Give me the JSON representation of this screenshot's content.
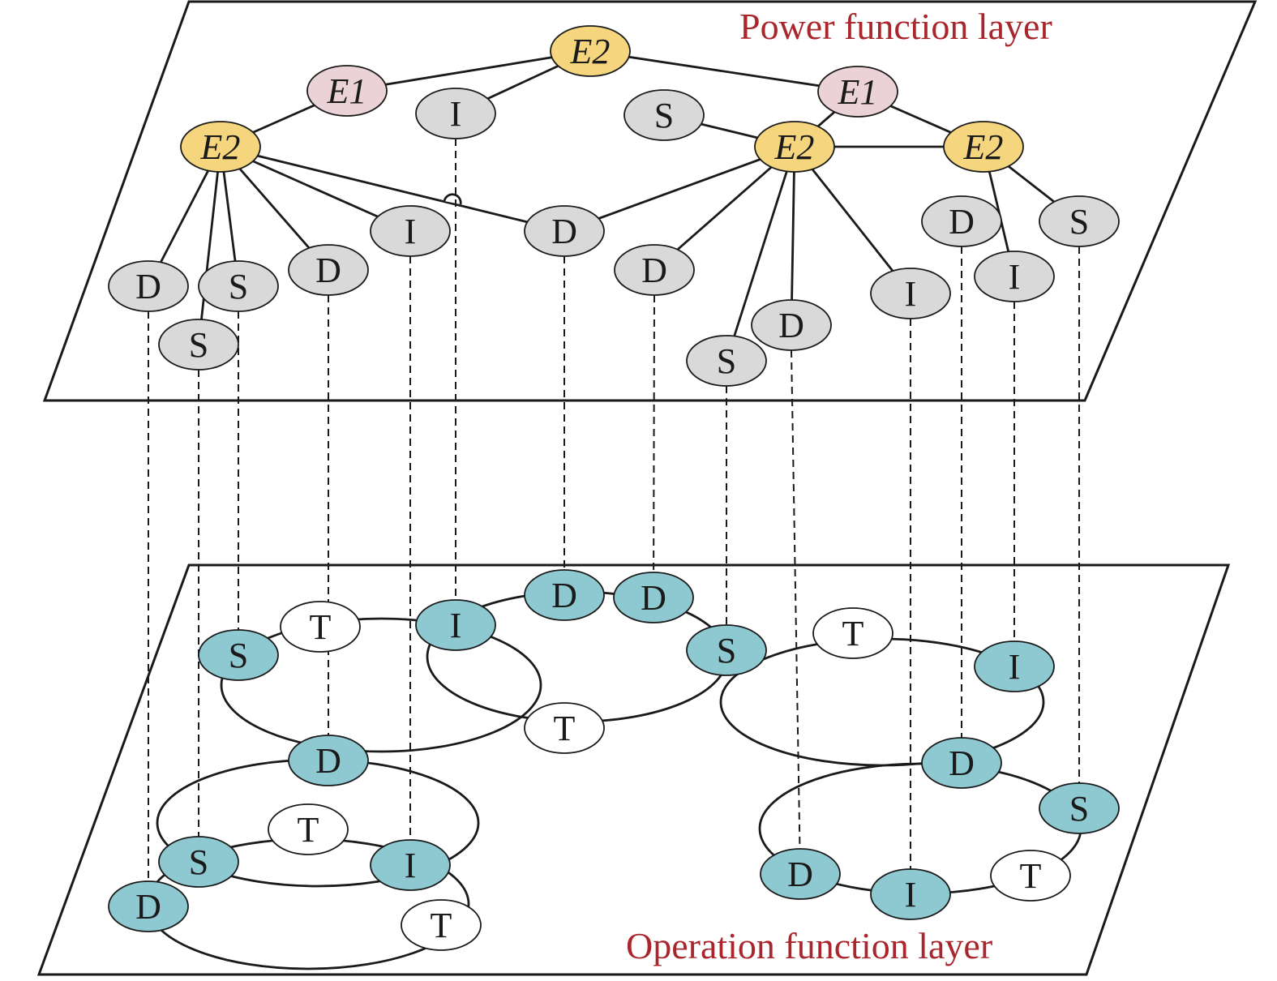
{
  "colors": {
    "E1": "#ead2d6",
    "E2": "#f5d67e",
    "power_node": "#d9d9d9",
    "op_node": "#8ec8d0",
    "op_T": "#ffffff",
    "title": "#a8262c",
    "line": "#1a1a1a"
  },
  "layers": {
    "power": {
      "title": "Power function layer"
    },
    "operation": {
      "title": "Operation function layer"
    }
  },
  "power_nodes": [
    {
      "id": "e2_top",
      "label": "E2",
      "type": "E2"
    },
    {
      "id": "e1_left",
      "label": "E1",
      "type": "E1"
    },
    {
      "id": "e1_right",
      "label": "E1",
      "type": "E1"
    },
    {
      "id": "e2_left",
      "label": "E2",
      "type": "E2"
    },
    {
      "id": "e2_right",
      "label": "E2",
      "type": "E2"
    },
    {
      "id": "e2_far",
      "label": "E2",
      "type": "E2"
    },
    {
      "id": "p_i_top",
      "label": "I",
      "type": "power"
    },
    {
      "id": "p_s_mid",
      "label": "S",
      "type": "power"
    },
    {
      "id": "p_i_left",
      "label": "I",
      "type": "power"
    },
    {
      "id": "p_d_center",
      "label": "D",
      "type": "power"
    },
    {
      "id": "p_d_r1",
      "label": "D",
      "type": "power"
    },
    {
      "id": "p_s_r1",
      "label": "S",
      "type": "power"
    },
    {
      "id": "p_d_l1",
      "label": "D",
      "type": "power"
    },
    {
      "id": "p_s_l1",
      "label": "S",
      "type": "power"
    },
    {
      "id": "p_d_l2",
      "label": "D",
      "type": "power"
    },
    {
      "id": "p_s_l2",
      "label": "S",
      "type": "power"
    },
    {
      "id": "p_d_r2",
      "label": "D",
      "type": "power"
    },
    {
      "id": "p_i_r2",
      "label": "I",
      "type": "power"
    },
    {
      "id": "p_i_r3",
      "label": "I",
      "type": "power"
    },
    {
      "id": "p_d_r3",
      "label": "D",
      "type": "power"
    },
    {
      "id": "p_s_r3",
      "label": "S",
      "type": "power"
    }
  ],
  "op_nodes": [
    {
      "id": "o_s1",
      "label": "S",
      "type": "op"
    },
    {
      "id": "o_t1",
      "label": "T",
      "type": "T"
    },
    {
      "id": "o_i1",
      "label": "I",
      "type": "op"
    },
    {
      "id": "o_d1",
      "label": "D",
      "type": "op"
    },
    {
      "id": "o_d2",
      "label": "D",
      "type": "op"
    },
    {
      "id": "o_s2",
      "label": "S",
      "type": "op"
    },
    {
      "id": "o_t2",
      "label": "T",
      "type": "T"
    },
    {
      "id": "o_d3",
      "label": "D",
      "type": "op"
    },
    {
      "id": "o_t3",
      "label": "T",
      "type": "T"
    },
    {
      "id": "o_s3",
      "label": "S",
      "type": "op"
    },
    {
      "id": "o_i2",
      "label": "I",
      "type": "op"
    },
    {
      "id": "o_d4",
      "label": "D",
      "type": "op"
    },
    {
      "id": "o_t4",
      "label": "T",
      "type": "T"
    },
    {
      "id": "o_t5",
      "label": "T",
      "type": "T"
    },
    {
      "id": "o_i3",
      "label": "I",
      "type": "op"
    },
    {
      "id": "o_d5",
      "label": "D",
      "type": "op"
    },
    {
      "id": "o_s4",
      "label": "S",
      "type": "op"
    },
    {
      "id": "o_d6",
      "label": "D",
      "type": "op"
    },
    {
      "id": "o_i4",
      "label": "I",
      "type": "op"
    },
    {
      "id": "o_t6",
      "label": "T",
      "type": "T"
    }
  ],
  "power_edges": [
    [
      "e2_top",
      "e1_left"
    ],
    [
      "e2_top",
      "e1_right"
    ],
    [
      "e2_top",
      "p_i_top"
    ],
    [
      "e1_left",
      "e2_left"
    ],
    [
      "e1_right",
      "e2_right"
    ],
    [
      "e1_right",
      "e2_far"
    ],
    [
      "e2_right",
      "e2_far"
    ],
    [
      "e2_right",
      "p_s_mid"
    ],
    [
      "e2_right",
      "p_d_center"
    ],
    [
      "e2_right",
      "p_d_r1"
    ],
    [
      "e2_right",
      "p_s_r1"
    ],
    [
      "e2_right",
      "p_i_r2"
    ],
    [
      "e2_right",
      "p_d_r3"
    ],
    [
      "e2_far",
      "p_i_r3"
    ],
    [
      "e2_far",
      "p_s_r3"
    ],
    [
      "e2_left",
      "p_d_l1"
    ],
    [
      "e2_left",
      "p_s_l1"
    ],
    [
      "e2_left",
      "p_s_l2"
    ],
    [
      "e2_left",
      "p_d_l2"
    ],
    [
      "e2_left",
      "p_i_left"
    ],
    [
      "e2_left",
      "p_d_center"
    ]
  ],
  "inter_links": [
    [
      "p_d_l1",
      "o_d6"
    ],
    [
      "p_s_l2",
      "o_s4"
    ],
    [
      "p_s_l1",
      "o_s1"
    ],
    [
      "p_d_l2",
      "o_d3"
    ],
    [
      "p_i_left",
      "o_i4"
    ],
    [
      "p_i_top",
      "o_i1"
    ],
    [
      "p_d_center",
      "o_d1"
    ],
    [
      "p_d_r1",
      "o_d2"
    ],
    [
      "p_s_r1",
      "o_s2"
    ],
    [
      "p_d_r2",
      "o_d4"
    ],
    [
      "p_i_r2",
      "o_i2"
    ],
    [
      "p_d_r3",
      "o_d5"
    ],
    [
      "p_i_r3",
      "o_i3"
    ],
    [
      "p_s_r3",
      "o_s3"
    ]
  ]
}
